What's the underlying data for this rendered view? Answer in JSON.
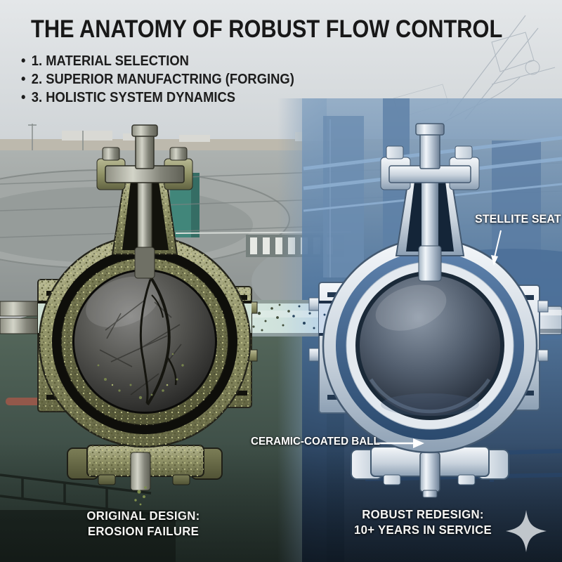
{
  "header": {
    "title": "THE ANATOMY OF ROBUST FLOW CONTROL",
    "bullets": [
      "1. MATERIAL SELECTION",
      "2. SUPERIOR MANUFACTRING (FORGING)",
      "3. HOLISTIC SYSTEM DYNAMICS"
    ]
  },
  "annotations": {
    "stellite_seat": "STELLITE SEAT",
    "ceramic_coated_ball": "CERAMIC-COATED BALL"
  },
  "captions": {
    "left_valve": {
      "line1": "ORIGINAL DESIGN:",
      "line2": "EROSION FAILURE"
    },
    "right_valve": {
      "line1": "ROBUST REDESIGN:",
      "line2": "10+ YEARS IN SERVICE"
    }
  },
  "icons": {
    "sparkle": "four-pointed-sparkle-star"
  },
  "colors": {
    "title_text": "#181818",
    "label_text": "#ffffff",
    "corrosion_green": "#8f9166",
    "steel_blue": "#446792",
    "silver": "#d9e0e8",
    "sky": "#dde1e4",
    "tank_green": "#4a5c51",
    "deep_blue": "#16253c"
  }
}
